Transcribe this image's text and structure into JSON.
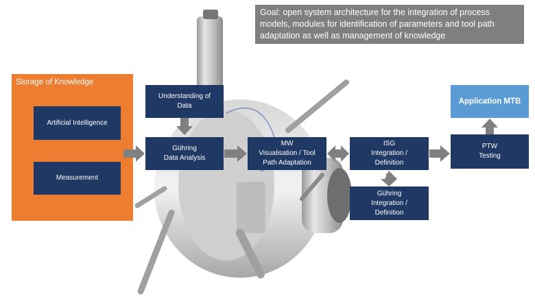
{
  "goal": {
    "lines": [
      "Goal: open system architecture for the integration of process",
      "models, modules for identification of parameters and tool path",
      "adaptation as well as management of knowledge"
    ]
  },
  "storage": {
    "title": "Storage of Knowledge",
    "ai": "Artificial Intelligence",
    "measurement": "Measurement"
  },
  "understanding": {
    "line1": "Understanding of",
    "line2": "Data"
  },
  "guhring_analysis": {
    "line1": "Gühring",
    "line2": "Data Analysis"
  },
  "mw": {
    "line1": "MW",
    "line2": "Visualisation  / Tool",
    "line3": "Path Adaptation"
  },
  "isg": {
    "line1": "ISG",
    "line2": "Integration /",
    "line3": "Definition"
  },
  "guhring_integration": {
    "line1": "Gühring",
    "line2": "Integration /",
    "line3": "Definition"
  },
  "ptw": {
    "line1": "PTW",
    "line2": "Testing"
  },
  "application": {
    "label": "Application MTB"
  },
  "colors": {
    "navy": "#1f3864",
    "orange": "#ed7d31",
    "grey": "#7f7f7f",
    "light_blue": "#5b9bd5",
    "arrow": "#808080"
  }
}
